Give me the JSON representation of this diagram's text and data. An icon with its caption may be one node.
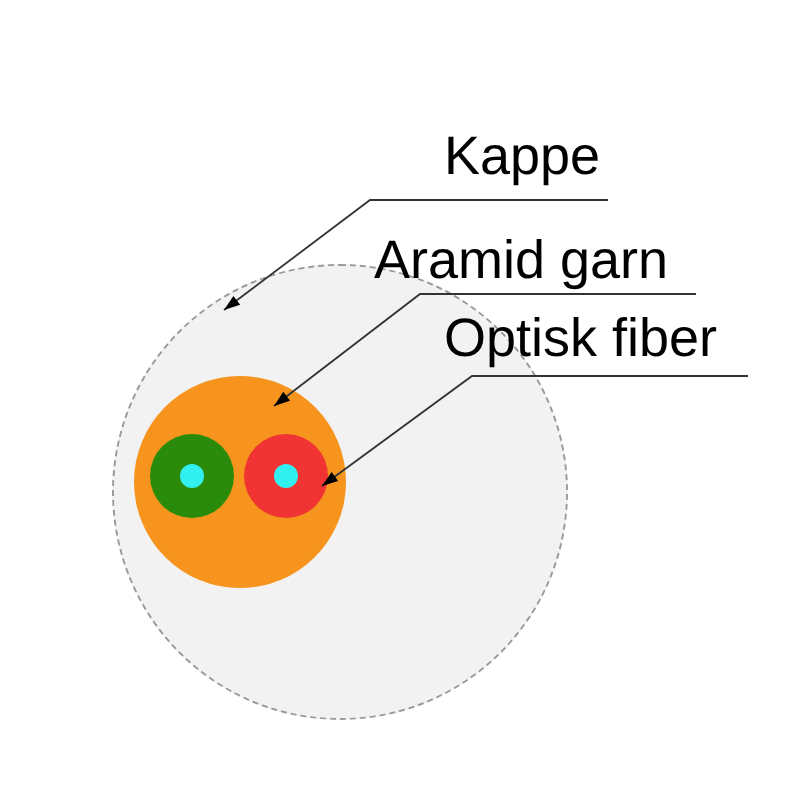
{
  "diagram": {
    "nodes": [
      {
        "text": [],
        "shape": "circle"
      },
      {
        "text": [],
        "shape": "circle",
        "in": 0
      },
      {
        "text": [],
        "shape": "circle",
        "in": 1
      },
      {
        "text": [],
        "shape": "circle",
        "in": 2
      },
      {
        "text": [],
        "shape": "circle",
        "in": 1
      },
      {
        "text": [],
        "shape": "circle",
        "in": 4
      },
      {
        "text": [
          "Kappe"
        ]
      },
      {
        "text": [
          "Aramid garn"
        ]
      },
      {
        "text": [
          "Optisk fiber"
        ]
      }
    ],
    "edges": [
      {
        "from": 6,
        "to": 0,
        "arrow": "to"
      },
      {
        "from": 7,
        "to": 1,
        "arrow": "to"
      },
      {
        "from": 8,
        "to": 4,
        "arrow": "to"
      }
    ]
  }
}
